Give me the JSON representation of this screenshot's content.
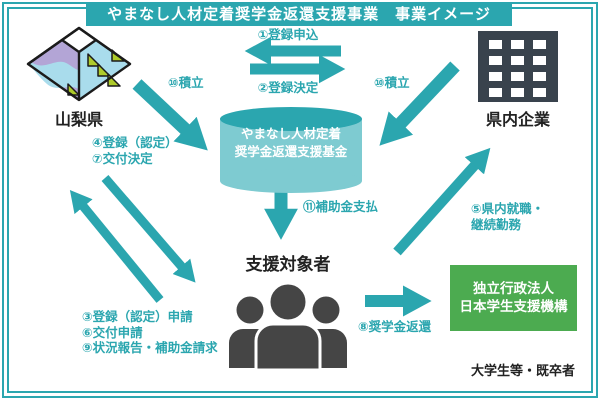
{
  "title": "やまなし人材定着奨学金返還支援事業　事業イメージ",
  "colors": {
    "teal_accent": "#2ba6af",
    "teal_light": "#7ecbd1",
    "green_box": "#4cab50",
    "building_dark": "#39434d",
    "people_gray": "#454545"
  },
  "nodes": {
    "yamanashi": {
      "label": "山梨県",
      "icon": "yamanashi-prefecture-logo"
    },
    "companies": {
      "label": "県内企業",
      "icon": "building-icon"
    },
    "fund": {
      "line1": "やまなし人材定着",
      "line2": "奨学金返還支援基金",
      "icon": "fund-cylinder"
    },
    "recipients": {
      "label": "支援対象者",
      "icon": "people-group-icon"
    },
    "jasso": {
      "line1": "独立行政法人",
      "line2": "日本学生支援機構"
    },
    "students_note": "大学生等・既卒者"
  },
  "flows": {
    "registration_apply": "①登録申込",
    "registration_decide": "②登録決定",
    "recipient_apply": "③登録（認定）申請",
    "recipient_register": "④登録（認定）",
    "employment_line1": "⑤県内就職・",
    "employment_line2": "継続勤務",
    "grant_apply": "⑥交付申請",
    "grant_decide": "⑦交付決定",
    "repayment": "⑧奨学金返還",
    "status_report": "⑨状況報告・補助金請求",
    "deposit_left": "⑩積立",
    "deposit_right": "⑩積立",
    "subsidy_payment": "⑪補助金支払"
  }
}
